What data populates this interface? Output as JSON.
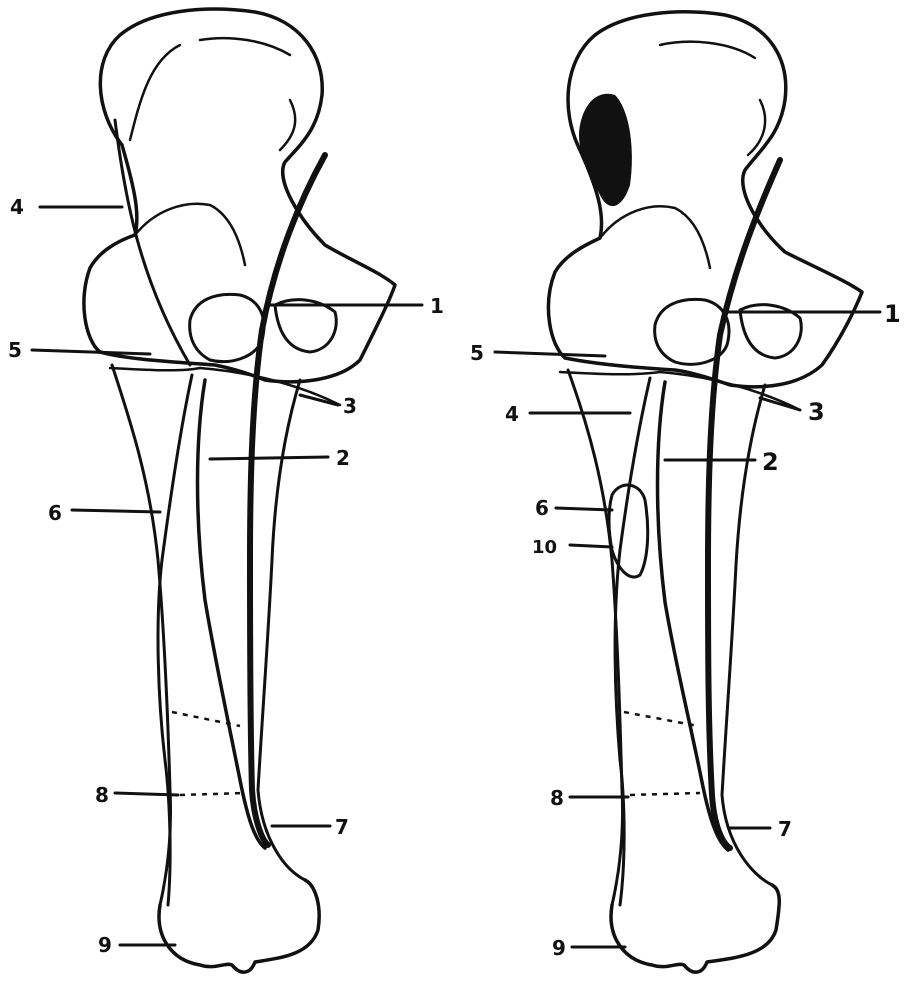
{
  "ink_color": "#111111",
  "paper_color": "#ffffff",
  "left_figure": {
    "labels": [
      "4",
      "1",
      "5",
      "3",
      "2",
      "6",
      "8",
      "7",
      "9"
    ]
  },
  "right_figure": {
    "labels": [
      "1",
      "5",
      "3",
      "4",
      "2",
      "6",
      "10",
      "8",
      "7",
      "9"
    ]
  }
}
